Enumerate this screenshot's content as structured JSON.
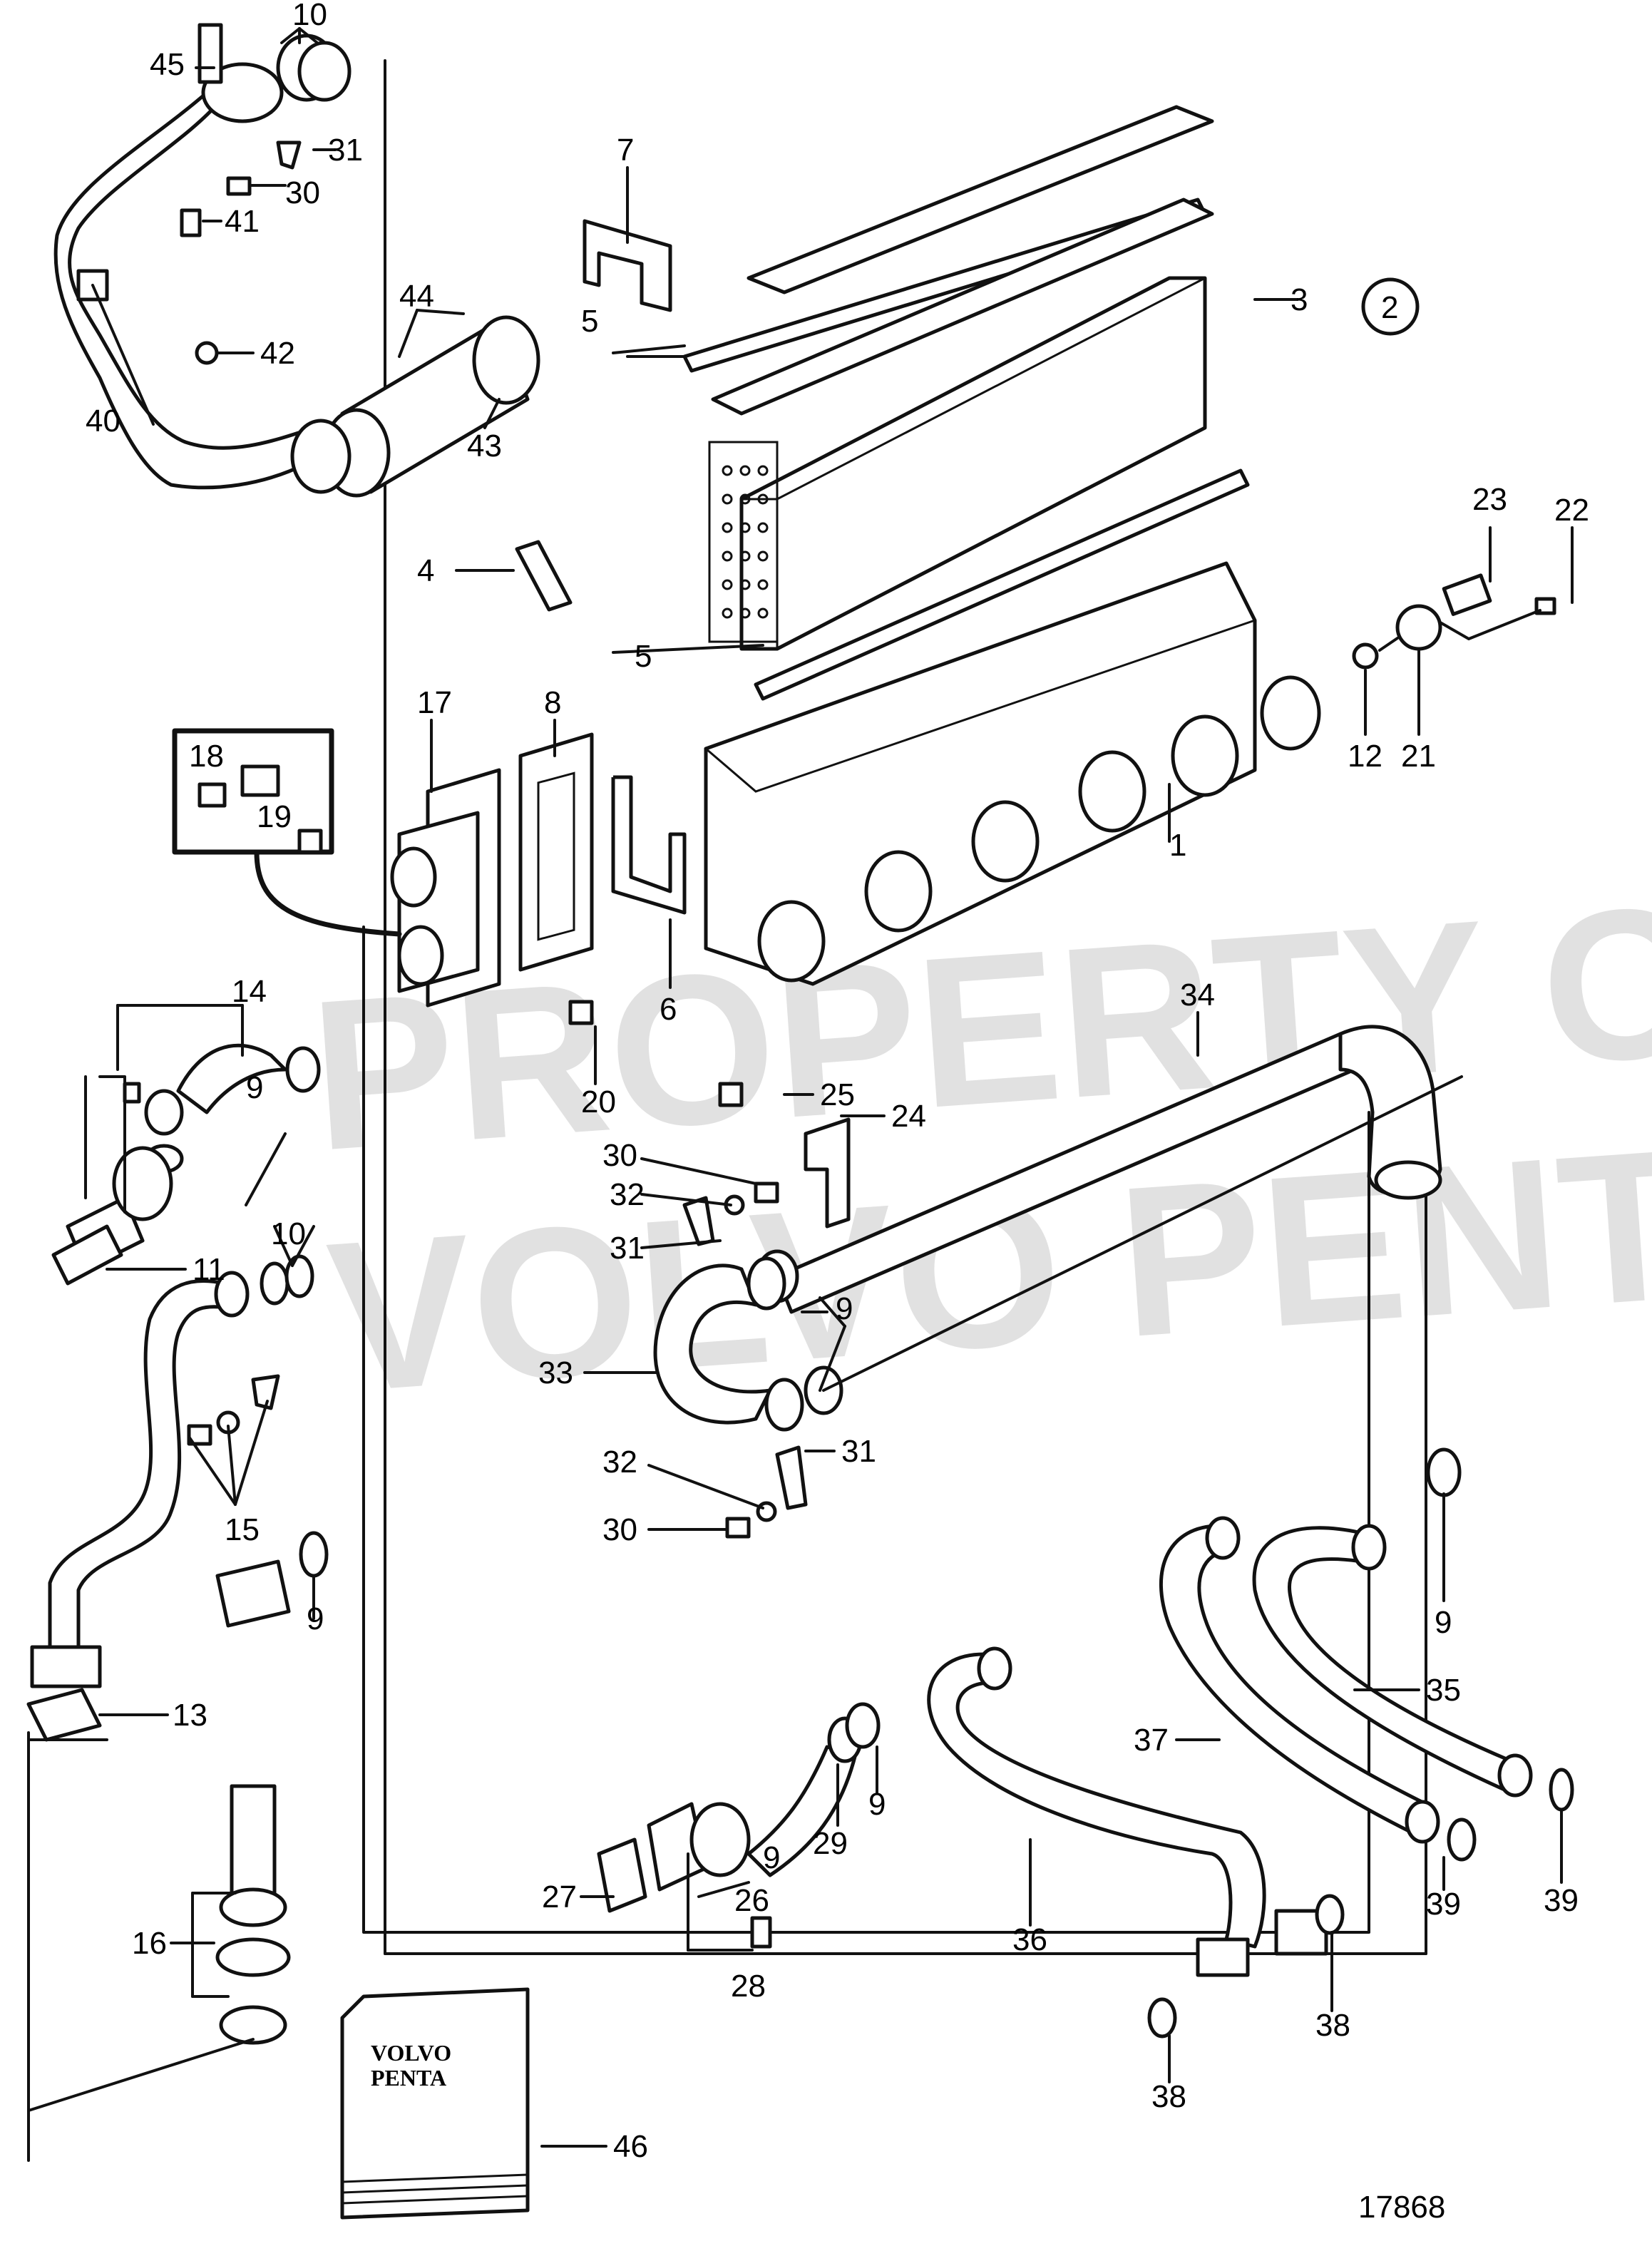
{
  "watermark": {
    "line1": "PROPERTY OF",
    "line2": "VOLVO PENTA"
  },
  "drawing_number": "17868",
  "section_marker": "2",
  "manual_cover": {
    "brand_line1": "VOLVO",
    "brand_line2": "PENTA"
  },
  "callouts": {
    "c1": "1",
    "c2": "2",
    "c3": "3",
    "c4": "4",
    "c5a": "5",
    "c5b": "5",
    "c6": "6",
    "c7": "7",
    "c8": "8",
    "c9a": "9",
    "c9b": "9",
    "c9c": "9",
    "c9d": "9",
    "c9e": "9",
    "c9f": "9",
    "c10a": "10",
    "c10b": "10",
    "c11": "11",
    "c12": "12",
    "c13": "13",
    "c14": "14",
    "c15": "15",
    "c16": "16",
    "c17": "17",
    "c18": "18",
    "c19": "19",
    "c20": "20",
    "c21": "21",
    "c22": "22",
    "c23": "23",
    "c24": "24",
    "c25": "25",
    "c26": "26",
    "c27": "27",
    "c28": "28",
    "c29": "29",
    "c30a": "30",
    "c30b": "30",
    "c30c": "30",
    "c31a": "31",
    "c31b": "31",
    "c31c": "31",
    "c32a": "32",
    "c32b": "32",
    "c33": "33",
    "c34": "34",
    "c35": "35",
    "c36": "36",
    "c37": "37",
    "c38a": "38",
    "c38b": "38",
    "c39a": "39",
    "c39b": "39",
    "c40": "40",
    "c41": "41",
    "c42": "42",
    "c43": "43",
    "c44": "44",
    "c45": "45",
    "c46": "46"
  }
}
